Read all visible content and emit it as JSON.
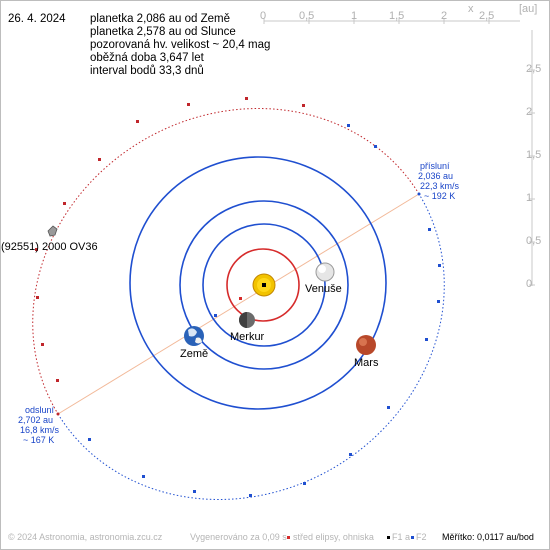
{
  "info": {
    "date": "26. 4. 2024",
    "lines": [
      "planetka 2,086 au od Země",
      "planetka 2,578 au od Slunce",
      "pozorovaná hv. velikost ~ 20,4 mag",
      "oběžná doba 3,647 let",
      "interval bodů 33,3 dnů"
    ]
  },
  "axes": {
    "x_name": "x",
    "unit": "[au]",
    "x_ticks": [
      "0",
      "0,5",
      "1",
      "1,5",
      "2",
      "2,5"
    ],
    "y_ticks": [
      "2,5",
      "2",
      "1,5",
      "1",
      "0,5",
      "0"
    ]
  },
  "bodies": {
    "venus": "Venuše",
    "mercury": "Merkur",
    "earth": "Země",
    "mars": "Mars",
    "asteroid": "(92551) 2000 OV36"
  },
  "perihelion": {
    "title": "přísluní",
    "distance": "2,036 au",
    "speed": "22,3 km/s",
    "temperature": "~ 192 K"
  },
  "aphelion": {
    "title": "odsluní",
    "distance": "2,702 au",
    "speed": "16,8 km/s",
    "temperature": "~ 167 K"
  },
  "footer": {
    "copyright": "© 2024 Astronomia, astronomia.zcu.cz",
    "generated": "Vygenerováno za 0,09 s",
    "center_legend": "střed elipsy, ohniska",
    "f1": "F1 a",
    "f2": "F2",
    "scale": "Měřítko: 0,0117 au/bod"
  },
  "colors": {
    "orbit_blue": "#1f4fd0",
    "orbit_red": "#d62b2b",
    "label_blue": "#1a45c8",
    "sun": "#f2c300"
  }
}
